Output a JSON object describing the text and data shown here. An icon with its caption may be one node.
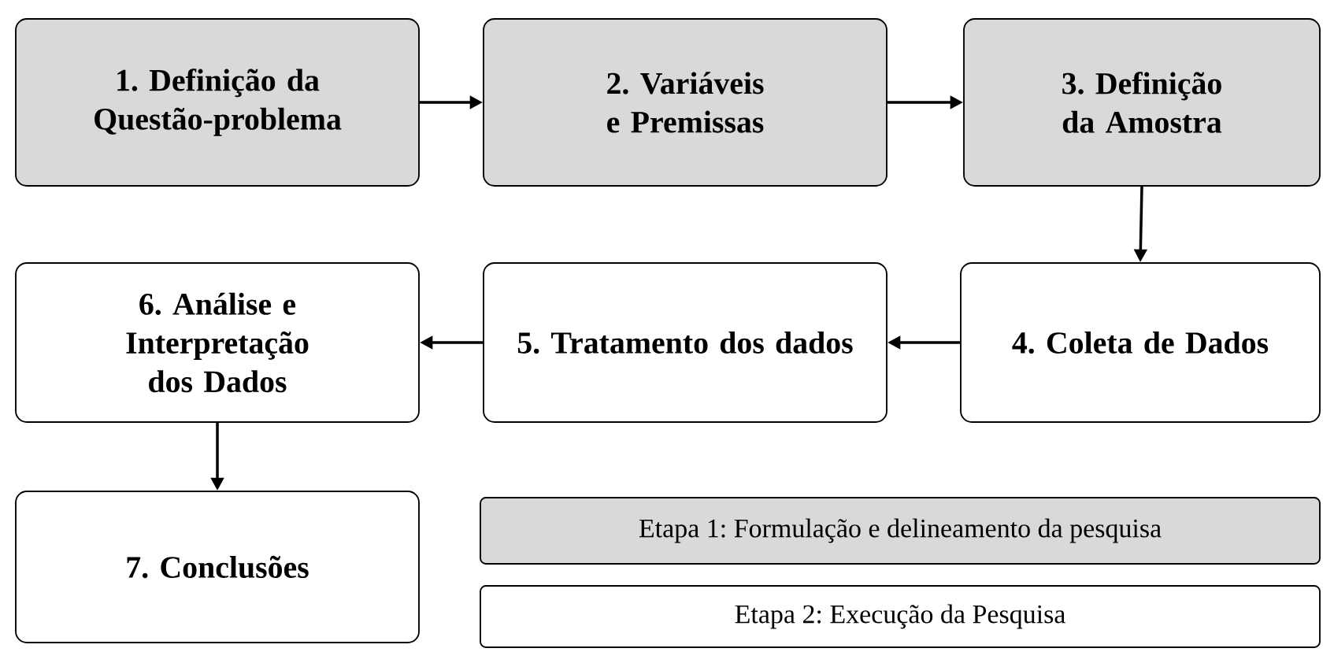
{
  "diagram": {
    "nodes": [
      {
        "text": [
          "1. Definição da Questão-problema"
        ]
      },
      {
        "text": [
          "2. Variáveis e Premissas"
        ]
      },
      {
        "text": [
          "3. Definição da Amostra"
        ]
      },
      {
        "text": [
          "4. Coleta de Dados"
        ]
      },
      {
        "text": [
          "5. Tratamento dos dados"
        ]
      },
      {
        "text": [
          "6. Análise e Interpretação dos Dados"
        ]
      },
      {
        "text": [
          "7. Conclusões"
        ]
      }
    ],
    "edges": [
      {
        "from": 0,
        "to": 1,
        "arrow": "to"
      },
      {
        "from": 1,
        "to": 2,
        "arrow": "to"
      },
      {
        "from": 2,
        "to": 3,
        "arrow": "to"
      },
      {
        "from": 3,
        "to": 4,
        "arrow": "to"
      },
      {
        "from": 4,
        "to": 5,
        "arrow": "to"
      },
      {
        "from": 5,
        "to": 6,
        "arrow": "to"
      }
    ],
    "legend": [
      {
        "text": "Etapa 1: Formulação e delineamento da pesquisa",
        "color": "#d9d9d9"
      },
      {
        "text": "Etapa 2: Execução da Pesquisa"
      }
    ]
  }
}
